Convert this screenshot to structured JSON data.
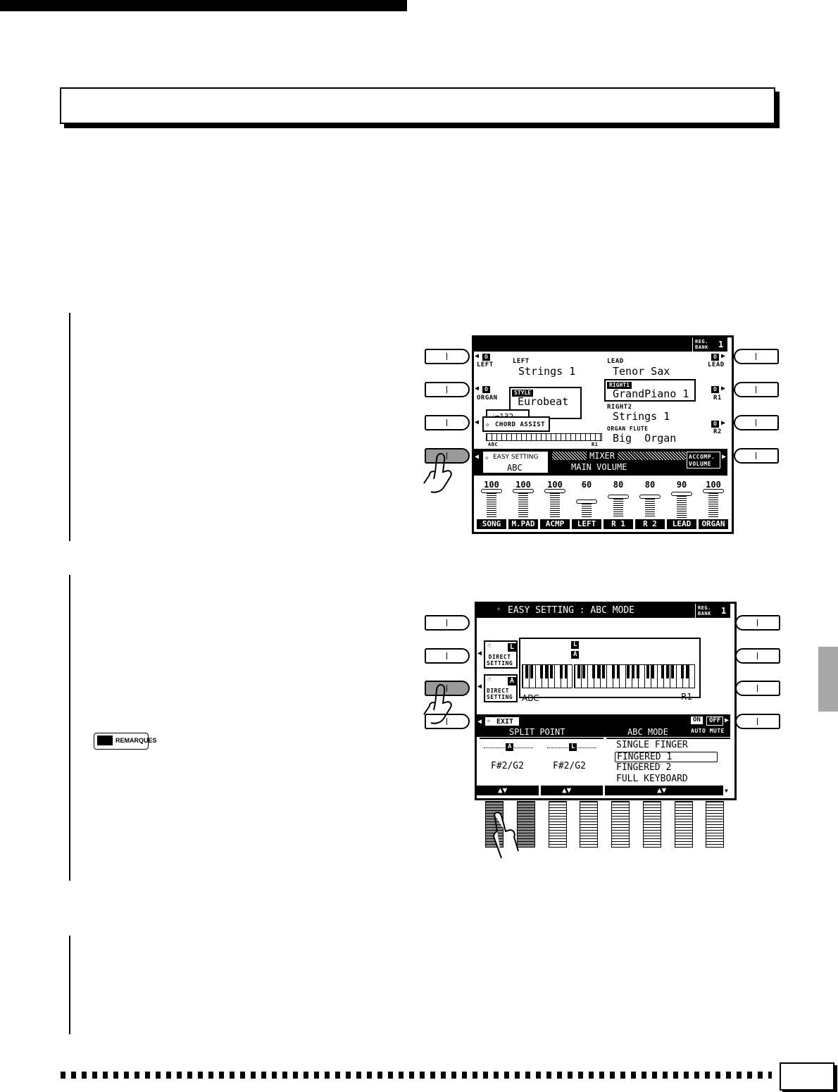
{
  "screen1": {
    "reg_bank": {
      "label": "REG.\nBANK",
      "number": "1"
    },
    "left": {
      "tag": "LEFT",
      "voice": "Strings 1",
      "status": "O",
      "side_label": "LEFT"
    },
    "lead": {
      "tag": "LEAD",
      "voice": "Tenor Sax",
      "status": "O",
      "side_label": "LEAD"
    },
    "organ": {
      "status": "O",
      "side_label": "ORGAN"
    },
    "style": {
      "tag": "STYLE",
      "name": "Eurobeat"
    },
    "right1": {
      "tag": "RIGHT1",
      "voice": "GrandPiano 1",
      "status": "O",
      "side_label": "R1"
    },
    "right2": {
      "tag": "RIGHT2",
      "voice": "Strings 1",
      "status": "O",
      "side_label": "R2"
    },
    "organ_flute": {
      "tag": "ORGAN FLUTE",
      "voice": "Big  Organ"
    },
    "tempo_partial": "♩=132",
    "chord_assist": "CHORD ASSIST",
    "kbd_left": "ABC",
    "kbd_right": "R1",
    "easy_setting": {
      "title": "EASY SETTING",
      "value": "ABC"
    },
    "mixer": {
      "title": "MIXER",
      "subtitle": "MAIN VOLUME",
      "accomp": "ACCOMP.\nVOLUME"
    },
    "faders": [
      {
        "label": "SONG",
        "value": "100",
        "level": 100
      },
      {
        "label": "M.PAD",
        "value": "100",
        "level": 100
      },
      {
        "label": "ACMP",
        "value": "100",
        "level": 100
      },
      {
        "label": "LEFT",
        "value": "60",
        "level": 60
      },
      {
        "label": "R 1",
        "value": "80",
        "level": 80
      },
      {
        "label": "R 2",
        "value": "80",
        "level": 80
      },
      {
        "label": "LEAD",
        "value": "90",
        "level": 90
      },
      {
        "label": "ORGAN",
        "value": "100",
        "level": 100
      }
    ]
  },
  "screen2": {
    "title": "EASY SETTING : ABC MODE",
    "reg_bank": {
      "label": "REG.\nBANK",
      "number": "1"
    },
    "direct_setting_1": {
      "label": "DIRECT\nSETTING",
      "marker": "L"
    },
    "direct_setting_2": {
      "label": "DIRECT\nSETTING",
      "marker": "A"
    },
    "kbd_markers": [
      "L",
      "A"
    ],
    "kbd_left": "ABC",
    "kbd_right": "R1",
    "exit": "EXIT",
    "on": "ON",
    "off": "OFF",
    "auto_mute": "AUTO MUTE",
    "split_point": {
      "title": "SPLIT POINT",
      "a_marker": "A",
      "l_marker": "L",
      "a_value": "F#2/G2",
      "l_value": "F#2/G2"
    },
    "abc_mode": {
      "title": "ABC MODE",
      "options": [
        "SINGLE FINGER",
        "FINGERED 1",
        "FINGERED 2",
        "FULL KEYBOARD"
      ],
      "selected": "FINGERED 1"
    },
    "arrows": "▲▼"
  },
  "remarques": "REMARQUES"
}
